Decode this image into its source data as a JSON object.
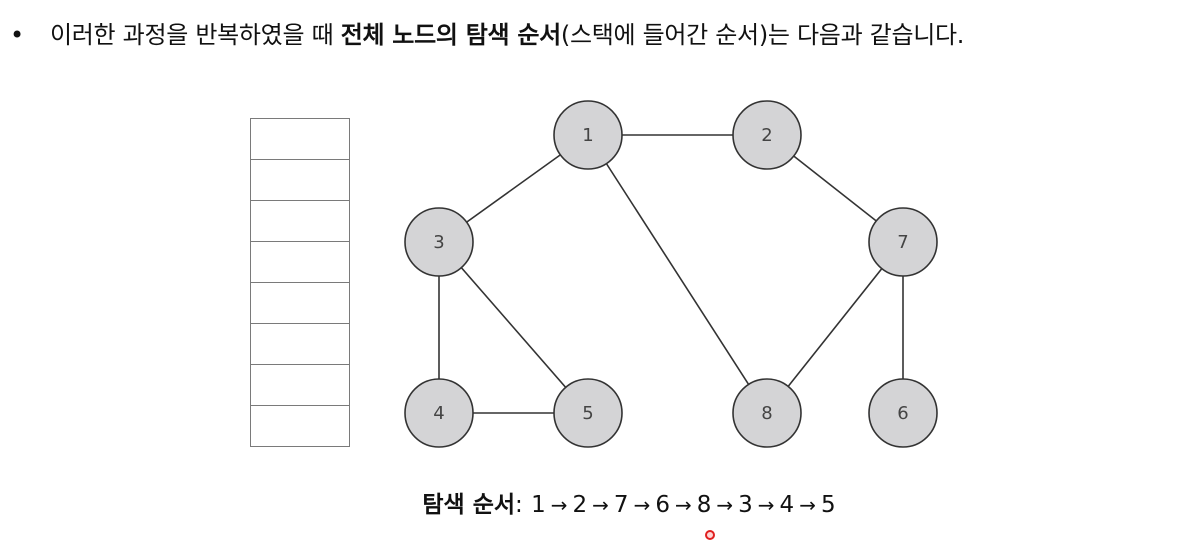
{
  "header": {
    "bullet": "•",
    "text_before": "이러한 과정을 반복하였을 때 ",
    "text_bold": "전체 노드의 탐색 순서",
    "text_after": "(스택에 들어간 순서)는 다음과 같습니다."
  },
  "stack": {
    "cell_count": 8
  },
  "graph": {
    "node_fill": "#d4d4d6",
    "node_stroke": "#333333",
    "nodes": [
      {
        "id": "1",
        "label": "1"
      },
      {
        "id": "2",
        "label": "2"
      },
      {
        "id": "3",
        "label": "3"
      },
      {
        "id": "4",
        "label": "4"
      },
      {
        "id": "5",
        "label": "5"
      },
      {
        "id": "6",
        "label": "6"
      },
      {
        "id": "7",
        "label": "7"
      },
      {
        "id": "8",
        "label": "8"
      }
    ],
    "edges": [
      [
        "1",
        "2"
      ],
      [
        "1",
        "3"
      ],
      [
        "1",
        "8"
      ],
      [
        "2",
        "7"
      ],
      [
        "3",
        "4"
      ],
      [
        "3",
        "5"
      ],
      [
        "4",
        "5"
      ],
      [
        "7",
        "8"
      ],
      [
        "7",
        "6"
      ]
    ]
  },
  "traversal": {
    "label": "탐색 순서",
    "separator": ":",
    "arrow": "→",
    "order": [
      "1",
      "2",
      "7",
      "6",
      "8",
      "3",
      "4",
      "5"
    ]
  }
}
